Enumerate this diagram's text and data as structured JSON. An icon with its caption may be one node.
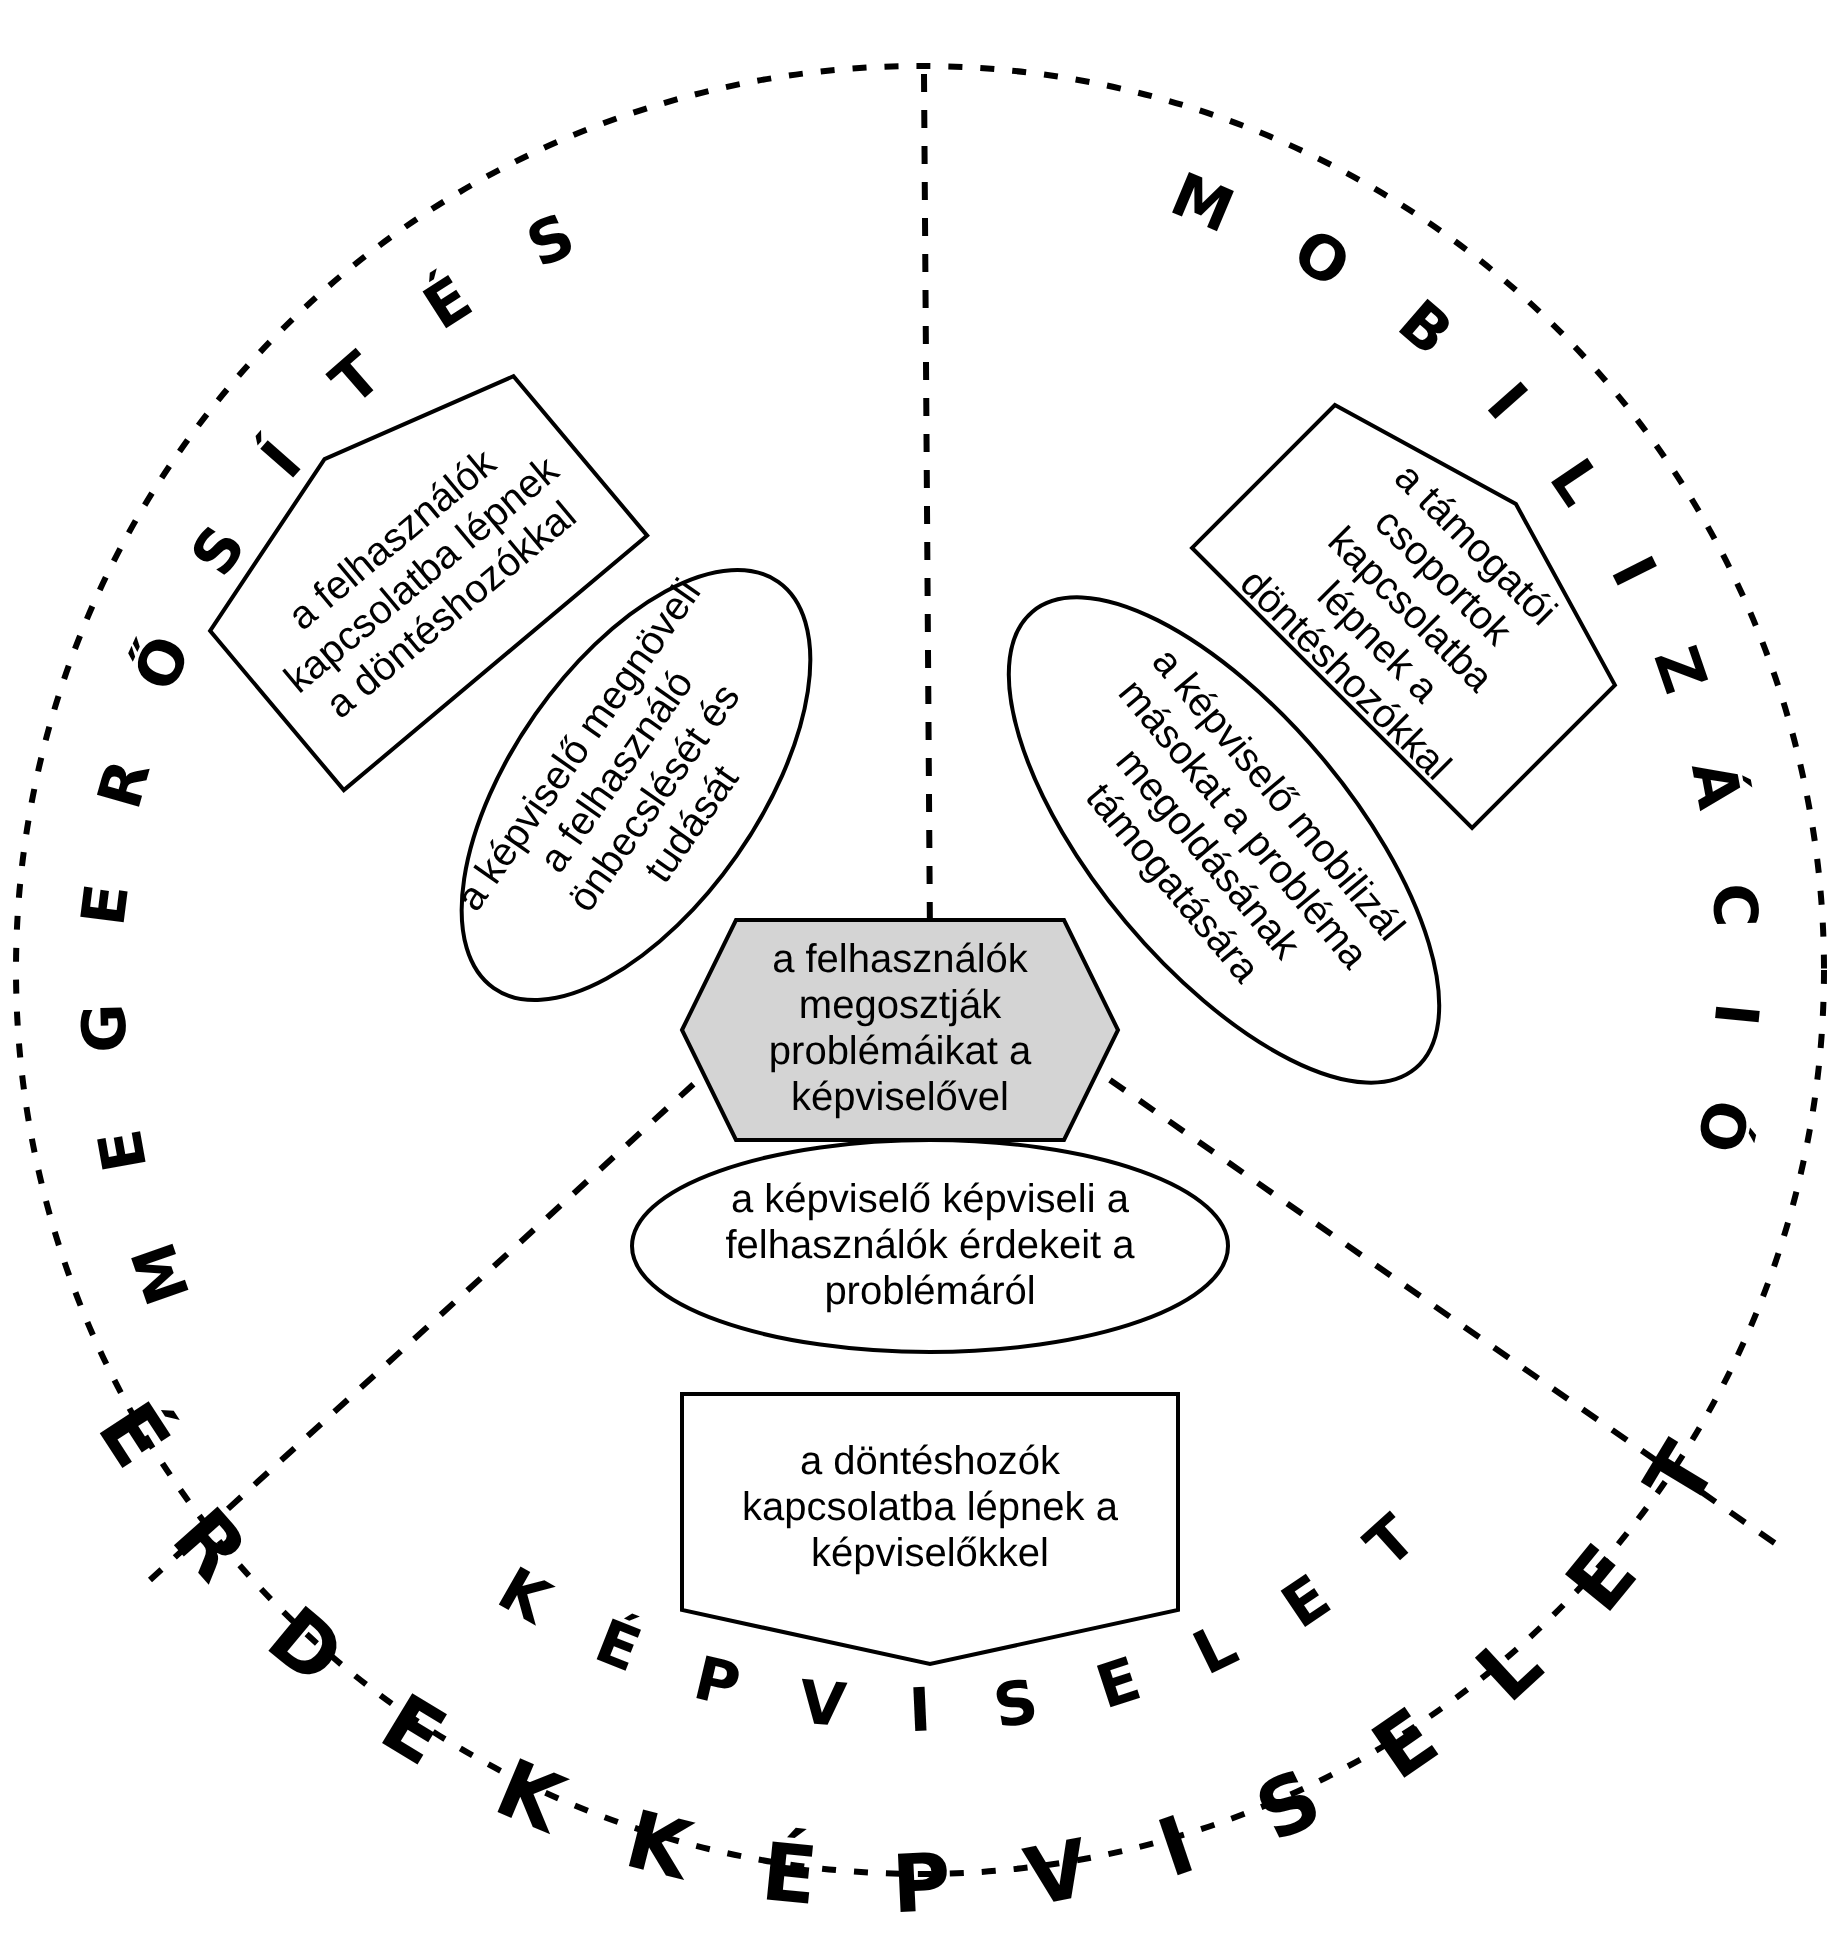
{
  "diagram": {
    "nodes": [
      {
        "text": [
          "a felhasználók megosztják problémáikat a képviselővel"
        ]
      },
      {
        "text": [
          "a felhasználók kapcsolatba lépnek a döntéshozókkal"
        ]
      },
      {
        "text": [
          "a képviselő megnöveli a felhasználó önbecslését és tudását"
        ]
      },
      {
        "text": [
          "a támogatói csoportok kapcsolatba lépnek a döntéshozókkal"
        ]
      },
      {
        "text": [
          "a képviselő mobilizál másokat a probléma megoldásának támogatására"
        ]
      },
      {
        "text": [
          "a képviselő képviseli a felhasználók érdekeit a problémáról"
        ]
      },
      {
        "text": [
          "a döntéshozók kapcsolatba lépnek a képviselőkkel"
        ]
      }
    ],
    "labels": [
      "MEGERŐSÍTÉS",
      "MOBILIZÁCIÓ",
      "KÉPVISELET",
      "ÉRDEKKÉPVISELET"
    ]
  }
}
